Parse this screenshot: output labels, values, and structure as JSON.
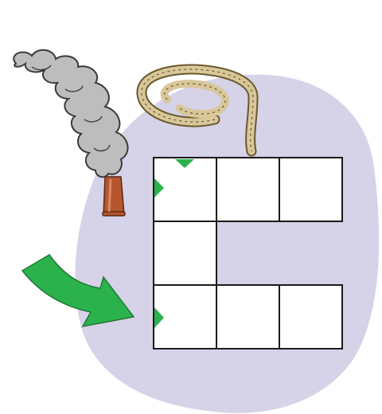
{
  "colors": {
    "background": "#ffffff",
    "blob": "#d6d2e8",
    "grid_stroke": "#1a1a1a",
    "cell_fill": "#ffffff",
    "arrow": "#2bb24c",
    "arrow_outline": "#1f7a36",
    "smoke": "#bdbdbd",
    "smoke_outline": "#3a3a3a",
    "chimney": "#b5562e",
    "rope": "#d8c79a",
    "rope_outline": "#6b5a2e"
  },
  "icons": {
    "smoke": "smoke-cloud-icon",
    "chimney": "chimney-icon",
    "rope": "coiled-rope-icon",
    "arrow": "curved-arrow-icon",
    "markers": "triangle-marker-icon"
  },
  "grid": {
    "cells": [
      {
        "row": 0,
        "col": 0,
        "name": "cell-top-left"
      },
      {
        "row": 0,
        "col": 1,
        "name": "cell-top-middle"
      },
      {
        "row": 0,
        "col": 2,
        "name": "cell-top-right"
      },
      {
        "row": 1,
        "col": 0,
        "name": "cell-middle-left"
      },
      {
        "row": 2,
        "col": 0,
        "name": "cell-bottom-left"
      },
      {
        "row": 2,
        "col": 1,
        "name": "cell-bottom-middle"
      },
      {
        "row": 2,
        "col": 2,
        "name": "cell-bottom-right"
      }
    ]
  }
}
